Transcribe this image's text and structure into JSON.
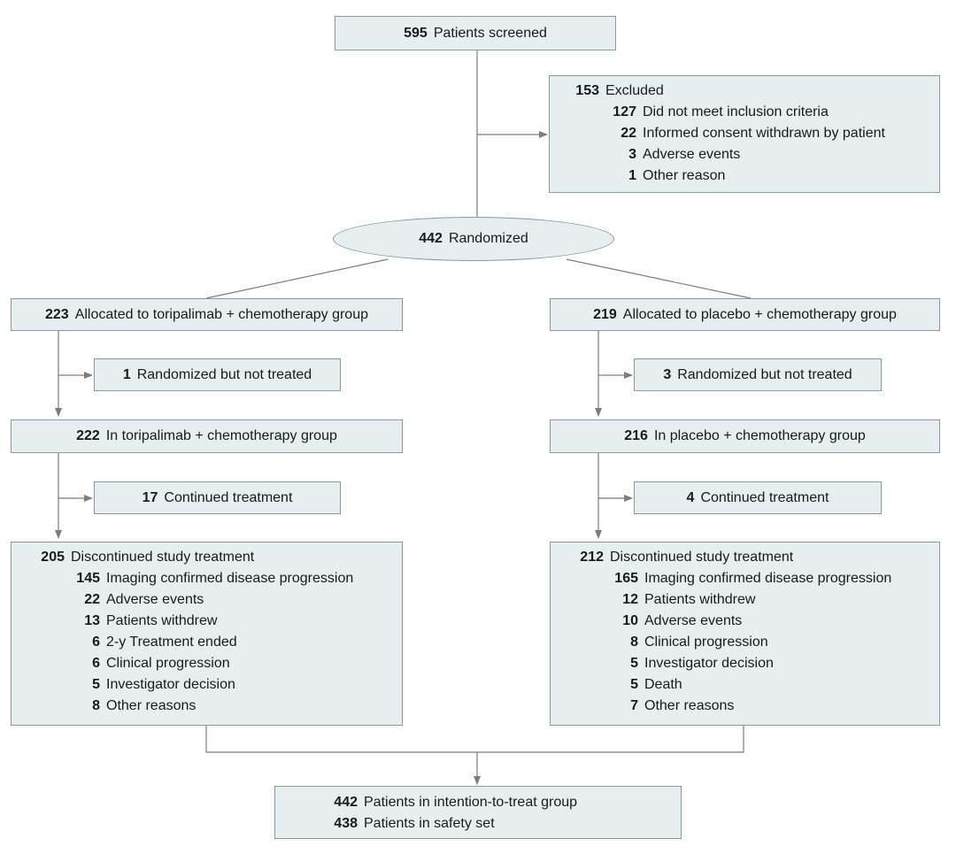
{
  "screened": {
    "n": "595",
    "label": "Patients screened"
  },
  "excluded": {
    "n": "153",
    "label": "Excluded",
    "reasons": [
      {
        "n": "127",
        "label": "Did not meet inclusion criteria"
      },
      {
        "n": "22",
        "label": "Informed consent withdrawn by patient"
      },
      {
        "n": "3",
        "label": "Adverse events"
      },
      {
        "n": "1",
        "label": "Other reason"
      }
    ]
  },
  "randomized": {
    "n": "442",
    "label": "Randomized"
  },
  "left": {
    "allocated": {
      "n": "223",
      "label": "Allocated to toripalimab + chemotherapy group"
    },
    "not_treated": {
      "n": "1",
      "label": "Randomized but not treated"
    },
    "in_group": {
      "n": "222",
      "label": "In toripalimab + chemotherapy group"
    },
    "continued": {
      "n": "17",
      "label": "Continued treatment"
    },
    "discontinued": {
      "n": "205",
      "label": "Discontinued study treatment",
      "reasons": [
        {
          "n": "145",
          "label": "Imaging confirmed disease progression"
        },
        {
          "n": "22",
          "label": "Adverse events"
        },
        {
          "n": "13",
          "label": "Patients withdrew"
        },
        {
          "n": "6",
          "label": "2-y Treatment ended"
        },
        {
          "n": "6",
          "label": "Clinical progression"
        },
        {
          "n": "5",
          "label": "Investigator decision"
        },
        {
          "n": "8",
          "label": "Other reasons"
        }
      ]
    }
  },
  "right": {
    "allocated": {
      "n": "219",
      "label": "Allocated to placebo + chemotherapy group"
    },
    "not_treated": {
      "n": "3",
      "label": "Randomized but not treated"
    },
    "in_group": {
      "n": "216",
      "label": "In placebo + chemotherapy group"
    },
    "continued": {
      "n": "4",
      "label": "Continued treatment"
    },
    "discontinued": {
      "n": "212",
      "label": "Discontinued study treatment",
      "reasons": [
        {
          "n": "165",
          "label": "Imaging confirmed disease progression"
        },
        {
          "n": "12",
          "label": "Patients withdrew"
        },
        {
          "n": "10",
          "label": "Adverse events"
        },
        {
          "n": "8",
          "label": "Clinical progression"
        },
        {
          "n": "5",
          "label": "Investigator decision"
        },
        {
          "n": "5",
          "label": "Death"
        },
        {
          "n": "7",
          "label": "Other reasons"
        }
      ]
    }
  },
  "final": {
    "itt": {
      "n": "442",
      "label": "Patients in intention-to-treat group"
    },
    "safety": {
      "n": "438",
      "label": "Patients in safety set"
    }
  }
}
